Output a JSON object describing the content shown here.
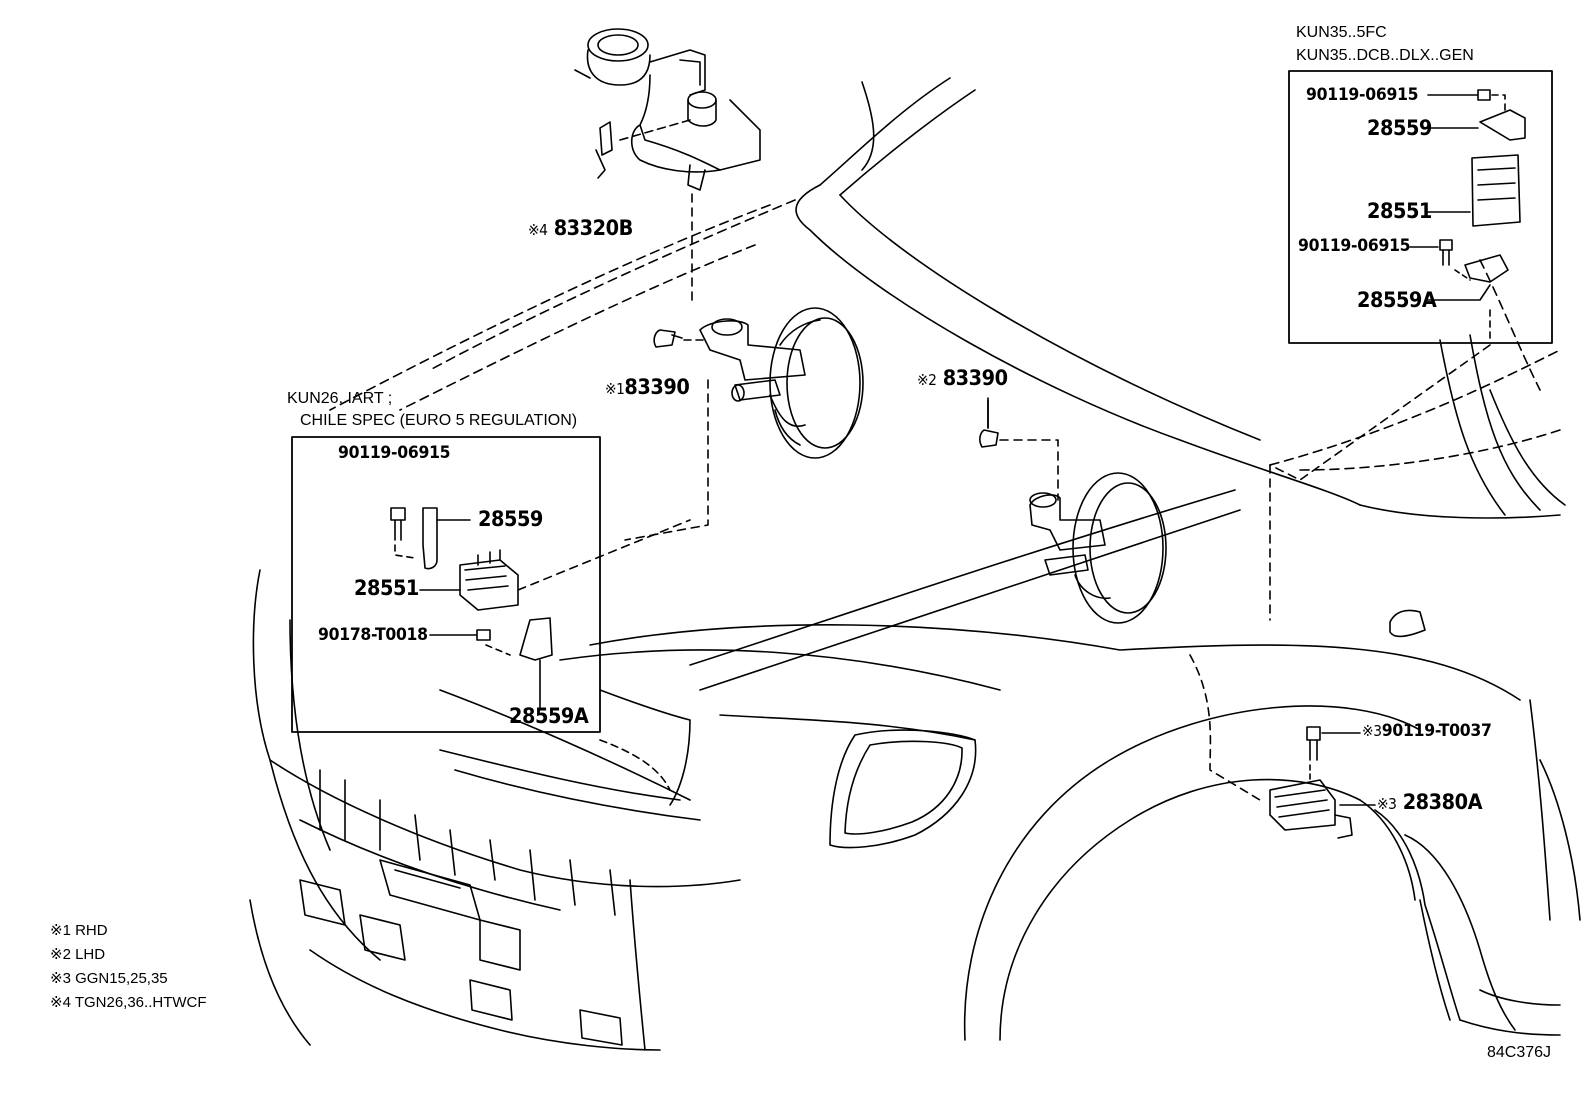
{
  "drawing_id": "84C376J",
  "mark": "※",
  "callouts": {
    "reservoir_sensor": {
      "marker": "4",
      "part": "83320B"
    },
    "switch_rhd": {
      "marker": "1",
      "part": "83390"
    },
    "switch_lhd": {
      "marker": "2",
      "part": "83390"
    },
    "fender_bolt": {
      "marker": "3",
      "part": "90119-T0037"
    },
    "fender_module": {
      "marker": "3",
      "part": "28380A"
    }
  },
  "box_kun35": {
    "lines": [
      "KUN35..5FC",
      "KUN35..DCB..DLX..GEN"
    ],
    "parts": {
      "bolt_top": "90119-06915",
      "bracket": "28559",
      "module": "28551",
      "bolt_lower": "90119-06915",
      "bracket_a": "28559A"
    }
  },
  "box_kun26": {
    "lines": [
      "KUN26..IART ;",
      "CHILE SPEC (EURO 5 REGULATION)"
    ],
    "parts": {
      "bolt": "90119-06915",
      "bracket": "28559",
      "module": "28551",
      "nut": "90178-T0018",
      "bracket_a": "28559A"
    }
  },
  "legend": [
    {
      "marker": "1",
      "text": "RHD"
    },
    {
      "marker": "2",
      "text": "LHD"
    },
    {
      "marker": "3",
      "text": "GGN15,25,35"
    },
    {
      "marker": "4",
      "text": "TGN26,36..HTWCF"
    }
  ]
}
